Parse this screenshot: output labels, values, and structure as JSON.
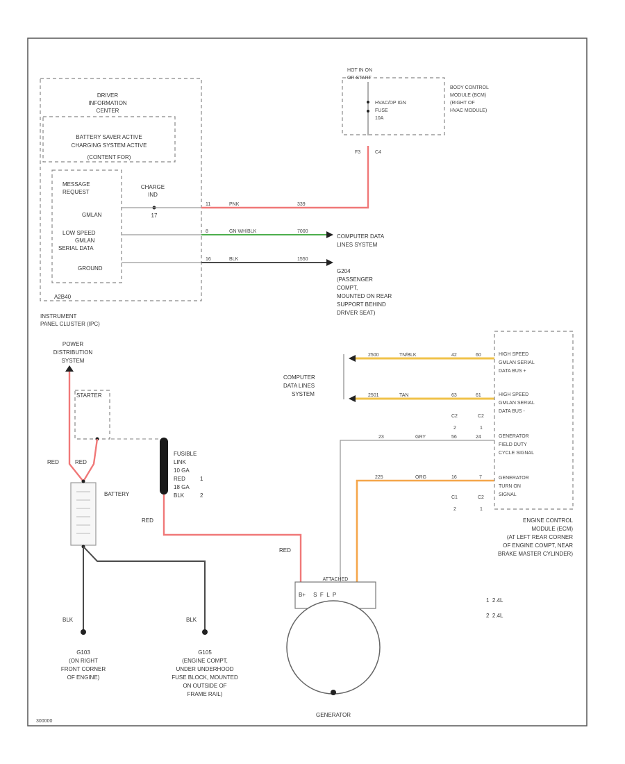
{
  "colors": {
    "red_wire": "#f07878",
    "green_wire": "#4cae4c",
    "yellow_wire": "#f0c24a",
    "orange_wire": "#f5a64a",
    "ground_wire": "#4a4a4a"
  },
  "ipc": {
    "dic_title_1": "DRIVER",
    "dic_title_2": "INFORMATION",
    "dic_title_3": "CENTER",
    "battery_msg_1": "BATTERY SAVER ACTIVE",
    "battery_msg_2": "CHARGING SYSTEM ACTIVE",
    "battery_msg_3": "(CONTENT FOR)",
    "msg_request_1": "MESSAGE",
    "msg_request_2": "REQUEST",
    "charge_ind_1": "CHARGE",
    "charge_ind_2": "IND",
    "charge_pin": "17",
    "gmlan": "GMLAN",
    "low_speed_1": "LOW SPEED",
    "low_speed_2": "GMLAN",
    "low_speed_3": "SERIAL DATA",
    "ground": "GROUND",
    "bottom_code": "A2B40",
    "cluster_name_1": "INSTRUMENT",
    "cluster_name_2": "PANEL CLUSTER (IPC)",
    "pin1": "11",
    "pin2": "8",
    "pin3": "16"
  },
  "bcm": {
    "hot_label_1": "HOT IN ON",
    "hot_label_2": "OR START",
    "fuse_1": "HVAC/DP IGN",
    "fuse_2": "FUSE",
    "fuse_3": "10A",
    "conn_left": "F3",
    "conn_right": "C4",
    "name_1": "BODY CONTROL",
    "name_2": "MODULE (BCM)",
    "name_3": "(RIGHT OF",
    "name_4": "HVAC MODULE)"
  },
  "wires_top": {
    "w1_color": "PNK",
    "w1_circuit": "339",
    "w2_color": "GN WH/BLK",
    "w2_circuit": "7000",
    "w3_color": "BLK",
    "w3_circuit": "1550"
  },
  "computer_data_top_1": "COMPUTER DATA",
  "computer_data_top_2": "LINES SYSTEM",
  "g204": {
    "code": "G204",
    "desc_1": "(PASSENGER",
    "desc_2": "COMPT,",
    "desc_3": "MOUNTED ON REAR",
    "desc_4": "SUPPORT BEHIND",
    "desc_5": "DRIVER SEAT)"
  },
  "power_dist_1": "POWER",
  "power_dist_2": "DISTRIBUTION",
  "power_dist_3": "SYSTEM",
  "starter": "STARTER",
  "red": "RED",
  "battery": "BATTERY",
  "fusible_1": "FUSIBLE",
  "fusible_2": "LINK",
  "fusible_3": "10 GA",
  "fusible_4": "RED",
  "fusible_5": "18 GA",
  "fusible_6": "BLK",
  "fusible_n1": "1",
  "fusible_n2": "2",
  "blk": "BLK",
  "g103": {
    "code": "G103",
    "desc_1": "(ON RIGHT",
    "desc_2": "FRONT CORNER",
    "desc_3": "OF ENGINE)"
  },
  "g105": {
    "code": "G105",
    "desc_1": "(ENGINE COMPT,",
    "desc_2": "UNDER UNDERHOOD",
    "desc_3": "FUSE BLOCK, MOUNTED",
    "desc_4": "ON OUTSIDE OF",
    "desc_5": "FRAME RAIL)"
  },
  "computer_data_mid_1": "COMPUTER",
  "computer_data_mid_2": "DATA LINES",
  "computer_data_mid_3": "SYSTEM",
  "ecm_wires": {
    "w1_circuit": "2500",
    "w1_color": "TN/BLK",
    "w1_pin_a": "42",
    "w1_pin_b": "60",
    "w2_circuit": "2501",
    "w2_color": "TAN",
    "w2_pin_a": "63",
    "w2_pin_b": "61",
    "w3_circuit": "23",
    "w3_color": "GRY",
    "w3_pin_a": "56",
    "w3_pin_b": "24",
    "w4_circuit": "225",
    "w4_color": "ORG",
    "w4_pin_a": "16",
    "w4_pin_b": "7"
  },
  "ecm": {
    "hs1_1": "HIGH SPEED",
    "hs1_2": "GMLAN SERIAL",
    "hs1_3": "DATA BUS +",
    "hs2_1": "HIGH SPEED",
    "hs2_2": "GMLAN SERIAL",
    "hs2_3": "DATA BUS -",
    "gen_field_1": "GENERATOR",
    "gen_field_2": "FIELD DUTY",
    "gen_field_3": "CYCLE SIGNAL",
    "gen_turn_1": "GENERATOR",
    "gen_turn_2": "TURN ON",
    "gen_turn_3": "SIGNAL",
    "c2": "C2",
    "c1": "C1",
    "n2": "2",
    "n1": "1",
    "name_1": "ENGINE CONTROL",
    "name_2": "MODULE (ECM)",
    "name_3": "(AT LEFT REAR CORNER",
    "name_4": "OF ENGINE COMPT, NEAR",
    "name_5": "BRAKE MASTER CYLINDER)"
  },
  "generator": {
    "header": "ATTACHED",
    "pins": "B+     S  F  L  P",
    "name": "GENERATOR"
  },
  "legend": {
    "l1": "1  2.4L",
    "l2": "2  2.4L"
  },
  "doc_code": "300000"
}
